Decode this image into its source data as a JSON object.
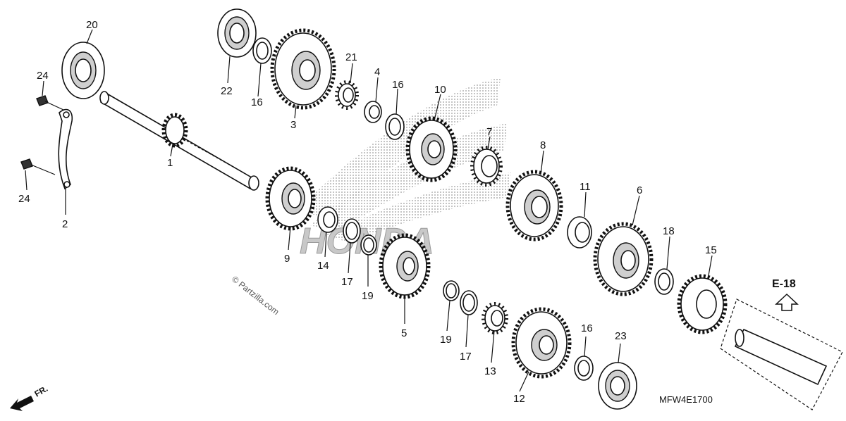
{
  "diagram": {
    "parts": [
      {
        "ref": "1"
      },
      {
        "ref": "2"
      },
      {
        "ref": "3"
      },
      {
        "ref": "4"
      },
      {
        "ref": "5"
      },
      {
        "ref": "6"
      },
      {
        "ref": "7"
      },
      {
        "ref": "8"
      },
      {
        "ref": "9"
      },
      {
        "ref": "10"
      },
      {
        "ref": "11"
      },
      {
        "ref": "12"
      },
      {
        "ref": "13"
      },
      {
        "ref": "14"
      },
      {
        "ref": "15"
      },
      {
        "ref": "16"
      },
      {
        "ref": "16"
      },
      {
        "ref": "16"
      },
      {
        "ref": "17"
      },
      {
        "ref": "17"
      },
      {
        "ref": "18"
      },
      {
        "ref": "19"
      },
      {
        "ref": "19"
      },
      {
        "ref": "20"
      },
      {
        "ref": "21"
      },
      {
        "ref": "22"
      },
      {
        "ref": "23"
      },
      {
        "ref": "24"
      },
      {
        "ref": "24"
      }
    ],
    "reference_code": "E-18",
    "diagram_code": "MFW4E1700",
    "front_indicator": "FR.",
    "watermark": "© Partzilla.com",
    "brand_watermark": "HONDA",
    "colors": {
      "line": "#111111",
      "background": "#ffffff",
      "watermark": "#b5b5b5"
    }
  }
}
